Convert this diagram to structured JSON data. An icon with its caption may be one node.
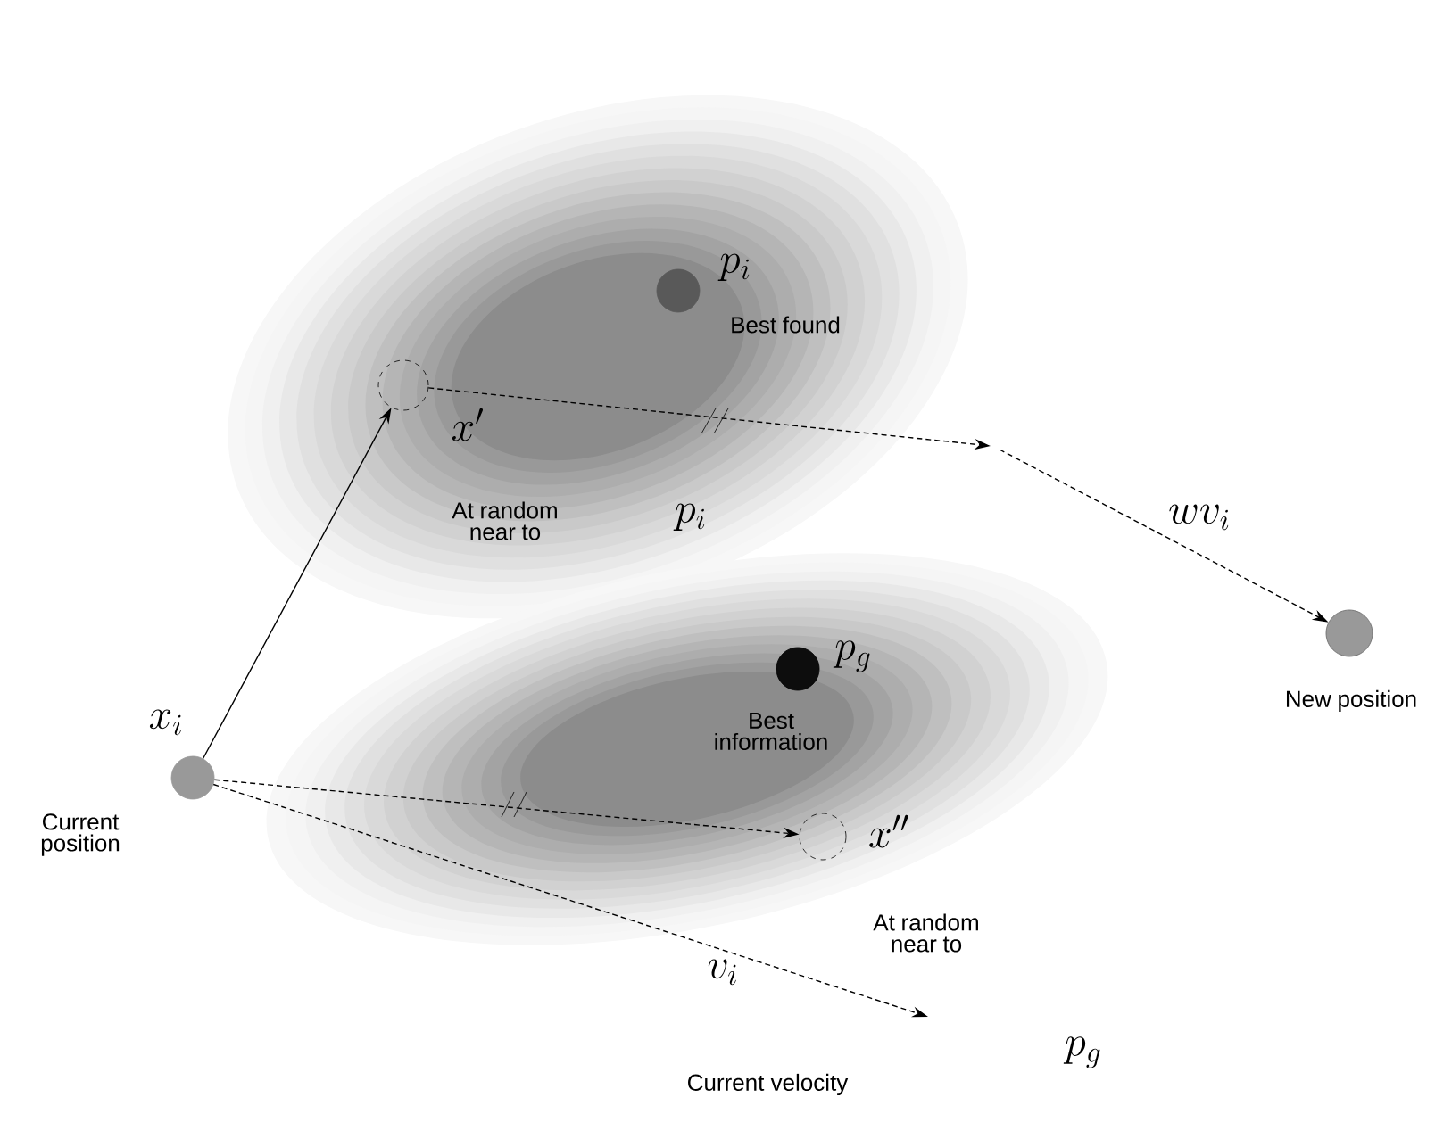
{
  "diagram": {
    "nodes": [
      {
        "text": [
          "x_i"
        ],
        "beside": [
          "Current position"
        ]
      },
      {
        "text": [
          "x'"
        ]
      },
      {
        "text": [
          "p_i",
          "Best found"
        ]
      },
      {
        "text": [
          "p_g",
          "Best information"
        ]
      },
      {
        "text": [
          "x''"
        ]
      },
      {
        "text": [
          "New position"
        ]
      }
    ],
    "edges": [
      {
        "from": 0,
        "to": 1,
        "arrow": "to"
      },
      {
        "from": 1,
        "to": null,
        "arrow": "to",
        "style": "dashed"
      },
      {
        "from": null,
        "to": 5,
        "arrow": "to",
        "style": "dashed",
        "label": "wv_i"
      },
      {
        "from": 0,
        "to": 4,
        "arrow": "to",
        "style": "dashed"
      },
      {
        "from": 0,
        "to": null,
        "arrow": "to",
        "style": "dashed",
        "label": "v_i"
      }
    ],
    "labels": [
      "At random near to",
      "p_i",
      "At random near to",
      "p_g",
      "Current velocity"
    ]
  }
}
